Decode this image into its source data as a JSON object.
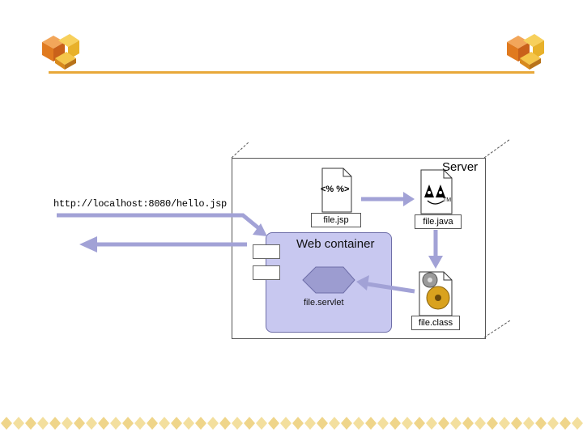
{
  "url": "http://localhost:8080/hello.jsp",
  "server_label": "Server",
  "web_container_label": "Web container",
  "servlet_label": "file.servlet",
  "jsp_code": "<% %>",
  "files": {
    "jsp": "file.jsp",
    "java": "file.java",
    "class": "file.class"
  },
  "tm_mark": "TM",
  "colors": {
    "arrow": "#a2a2d6",
    "container": "#c8c8f0",
    "accent": "#e8a83a"
  },
  "icons": [
    "cube-logo-icon",
    "document-icon",
    "java-mascot-icon",
    "gears-icon",
    "diamond-icon"
  ]
}
